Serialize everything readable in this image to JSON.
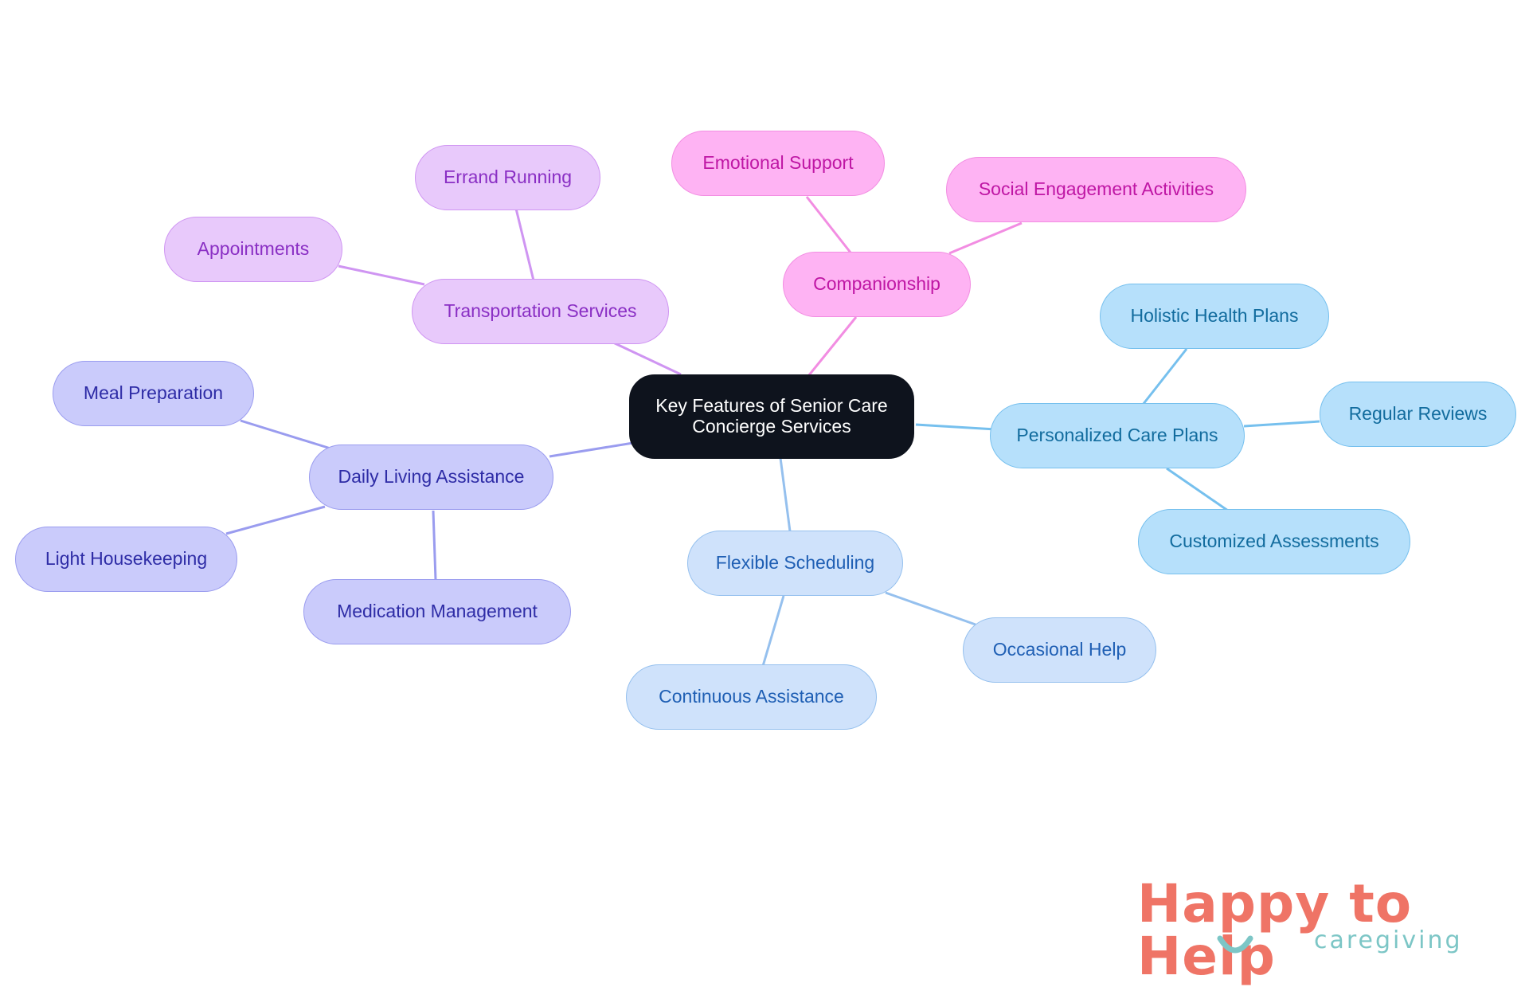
{
  "root": {
    "label": "Key Features of Senior Care Concierge Services"
  },
  "branches": [
    {
      "key": "transport",
      "color": "#cf95f2",
      "label": "Transportation Services",
      "children": [
        {
          "label": "Errand Running"
        },
        {
          "label": "Appointments"
        }
      ]
    },
    {
      "key": "companion",
      "color": "#f28de2",
      "label": "Companionship",
      "children": [
        {
          "label": "Emotional Support"
        },
        {
          "label": "Social Engagement Activities"
        }
      ]
    },
    {
      "key": "care",
      "color": "#76c0ee",
      "label": "Personalized Care Plans",
      "children": [
        {
          "label": "Holistic Health Plans"
        },
        {
          "label": "Regular Reviews"
        },
        {
          "label": "Customized Assessments"
        }
      ]
    },
    {
      "key": "sched",
      "color": "#95c0ee",
      "label": "Flexible Scheduling",
      "children": [
        {
          "label": "Occasional Help"
        },
        {
          "label": "Continuous Assistance"
        }
      ]
    },
    {
      "key": "daily",
      "color": "#9a9cef",
      "label": "Daily Living Assistance",
      "children": [
        {
          "label": "Meal Preparation"
        },
        {
          "label": "Light Housekeeping"
        },
        {
          "label": "Medication Management"
        }
      ]
    }
  ],
  "logo": {
    "name": "Happy to Help",
    "tagline": "caregiving",
    "colors": {
      "primary": "#ef7466",
      "secondary": "#7cc6c6"
    }
  }
}
